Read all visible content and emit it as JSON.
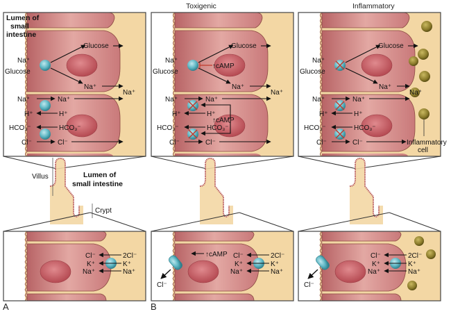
{
  "figure": {
    "panel_letters": [
      "A",
      "B"
    ],
    "column_titles": {
      "toxigenic": "Toxigenic",
      "inflammatory": "Inflammatory"
    },
    "lumen_label_top": [
      "Lumen of",
      "small",
      "intestine"
    ],
    "lumen_label_mid": [
      "Lumen of",
      "small intestine"
    ],
    "villus_label": "Villus",
    "crypt_label": "Crypt",
    "inflammatory_cell_label": [
      "Inflammatory",
      "cell"
    ]
  },
  "villus_panel": {
    "left_labels": {
      "na": "Na⁺",
      "glucose": "Glucose",
      "na2": "Na⁺",
      "h": "H⁺",
      "hco3": "HCO₃⁻",
      "cl": "Cl⁻"
    },
    "inner_labels": {
      "glucose": "Glucose",
      "na": "Na⁺",
      "na2": "Na⁺",
      "h": "H⁺",
      "hco3": "HCO₃⁻",
      "cl": "Cl⁻"
    },
    "serosal_na": "Na⁺",
    "camp": "↑cAMP"
  },
  "crypt_panel": {
    "left": {
      "cl": "Cl⁻",
      "k": "K⁺",
      "na": "Na⁺"
    },
    "right": {
      "cl": "2Cl⁻",
      "k": "K⁺",
      "na": "Na⁺"
    },
    "channel_out": "Cl⁻",
    "camp": "↑cAMP"
  },
  "colors": {
    "cell": "#c9797a",
    "cell_light": "#e3a8a3",
    "nucleus": "#c2585e",
    "serosa": "#f3d7a4",
    "transporter": "#5fb7c4",
    "inflammatory_cell": "#8a7a2a",
    "block_x": "#c0392b"
  }
}
